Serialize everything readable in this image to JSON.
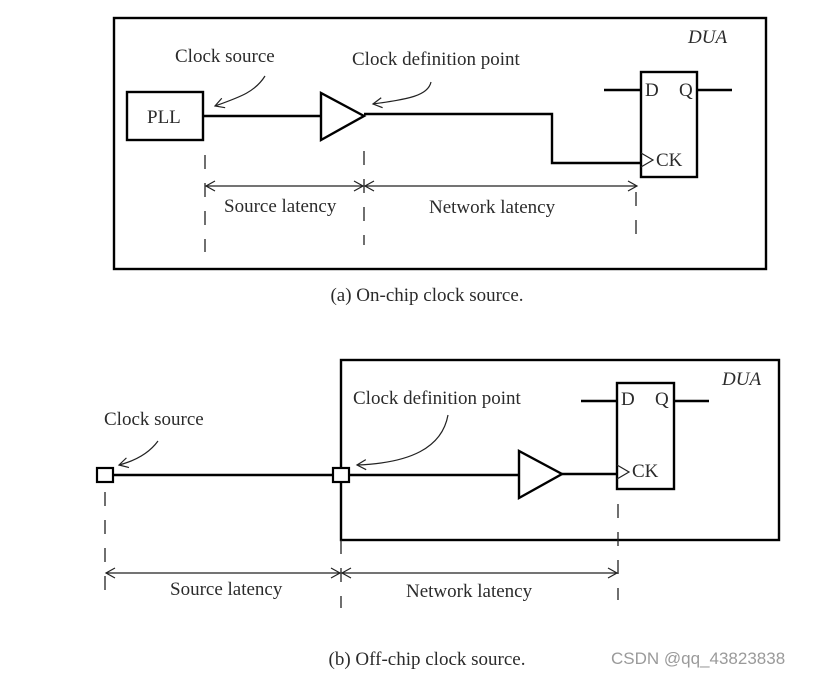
{
  "diagram_a": {
    "dua_label": "DUA",
    "pll_label": "PLL",
    "clock_source_label": "Clock source",
    "clock_definition_label": "Clock definition point",
    "ff_d": "D",
    "ff_q": "Q",
    "ff_ck": "CK",
    "source_latency_label": "Source latency",
    "network_latency_label": "Network latency",
    "caption": "(a) On-chip clock source."
  },
  "diagram_b": {
    "dua_label": "DUA",
    "clock_source_label": "Clock source",
    "clock_definition_label": "Clock definition point",
    "ff_d": "D",
    "ff_q": "Q",
    "ff_ck": "CK",
    "source_latency_label": "Source latency",
    "network_latency_label": "Network latency",
    "caption": "(b) Off-chip clock source."
  },
  "watermark": "CSDN @qq_43823838"
}
